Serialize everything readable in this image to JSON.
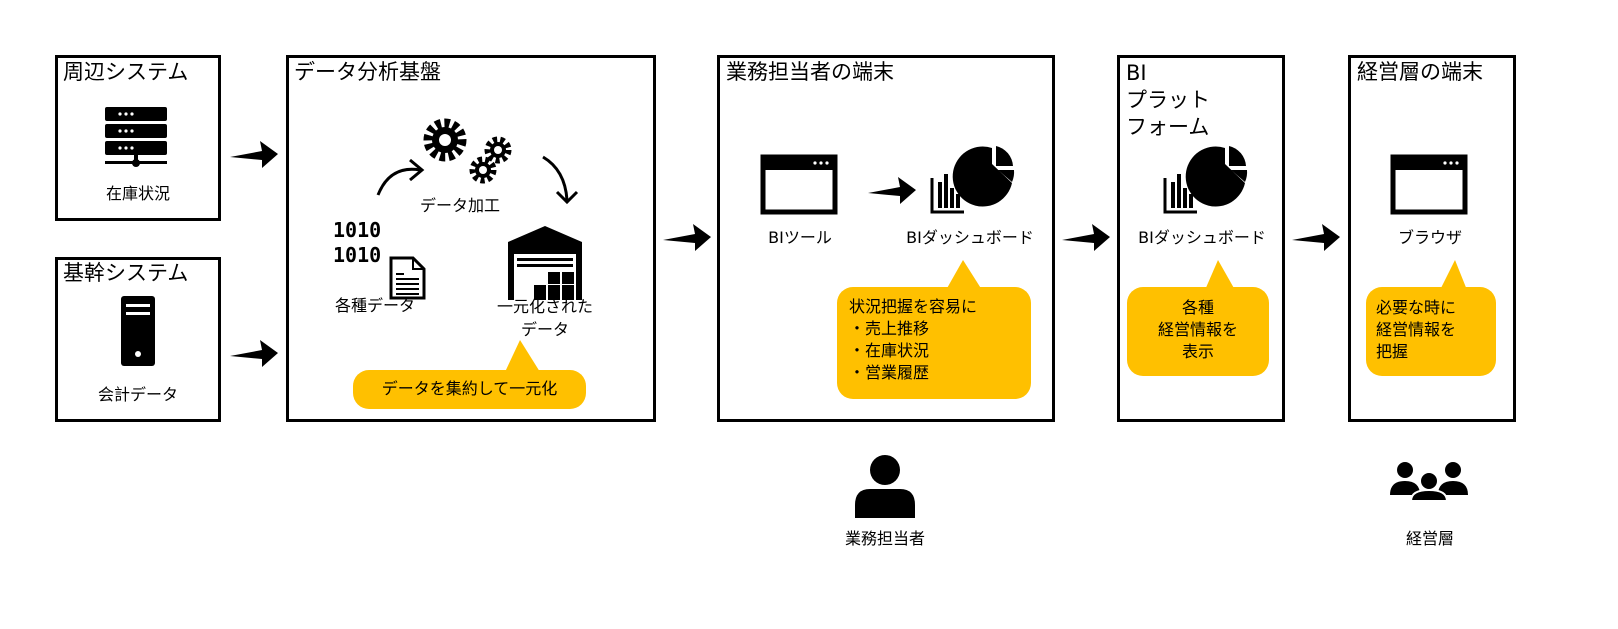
{
  "accent_color": "#FFC000",
  "peripheral": {
    "title": "周辺システム",
    "icon": "server-icon",
    "label": "在庫状況"
  },
  "core": {
    "title": "基幹システム",
    "icon": "desktop-tower-icon",
    "label": "会計データ"
  },
  "platform": {
    "title": "データ分析基盤",
    "processing_label": "データ加工",
    "raw_label": "各種データ",
    "binary_text": "1010\n1010",
    "unified_label": "一元化された\nデータ",
    "callout": "データを集約して一元化"
  },
  "staff_terminal": {
    "title": "業務担当者の端末",
    "tool_label": "BIツール",
    "dashboard_label": "BIダッシュボード",
    "callout": "状況把握を容易に\n・売上推移\n・在庫状況\n・営業履歴"
  },
  "bi_platform": {
    "title": "BI\nプラット\nフォーム",
    "dashboard_label": "BIダッシュボード",
    "callout": "各種\n経営情報を\n表示"
  },
  "exec_terminal": {
    "title": "経営層の端末",
    "browser_label": "ブラウザ",
    "callout": "必要な時に\n経営情報を\n把握"
  },
  "actors": {
    "staff": "業務担当者",
    "executives": "経営層"
  }
}
